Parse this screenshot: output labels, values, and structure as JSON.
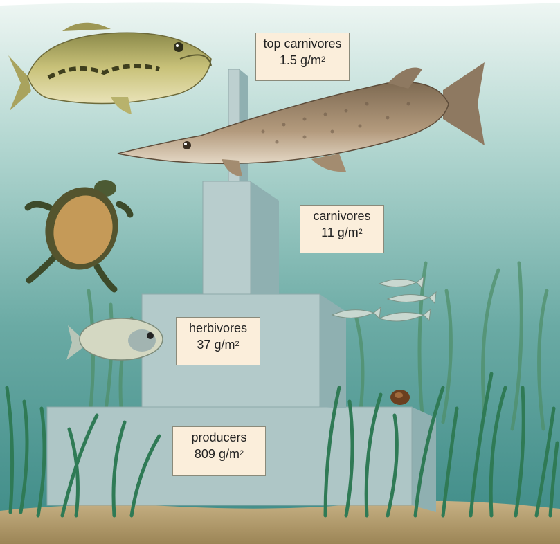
{
  "levels": {
    "top_carnivores": {
      "name": "top carnivores",
      "amount": "1.5 g/m",
      "exp": "2"
    },
    "carnivores": {
      "name": "carnivores",
      "amount": "11 g/m",
      "exp": "2"
    },
    "herbivores": {
      "name": "herbivores",
      "amount": "37 g/m",
      "exp": "2"
    },
    "producers": {
      "name": "producers",
      "amount": "809 g/m",
      "exp": "2"
    }
  },
  "colors": {
    "water_top": "#e6f2ef",
    "water_bottom": "#3f8f8a",
    "pyramid": "#aec6c6",
    "label_bg": "#fbeedb",
    "sediment": "#b59b6a"
  }
}
